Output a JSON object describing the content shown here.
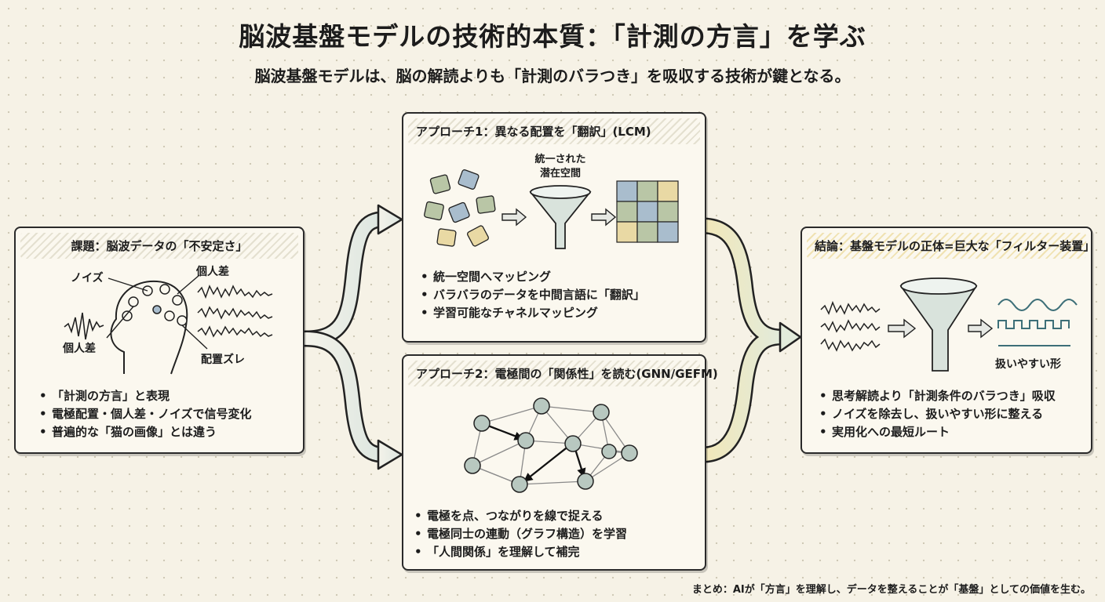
{
  "title": "脳波基盤モデルの技術的本質：「計測の方言」を学ぶ",
  "subtitle": "脳波基盤モデルは、脳の解読よりも「計測のバラつき」を吸収する技術が鍵となる。",
  "problem": {
    "heading": "課題：脳波データの「不安定さ」",
    "labels": {
      "noise": "ノイズ",
      "individual_top": "個人差",
      "individual_left": "個人差",
      "misalign": "配置ズレ"
    },
    "bullets": [
      "「計測の方言」と表現",
      "電極配置・個人差・ノイズで信号変化",
      "普遍的な「猫の画像」とは違う"
    ]
  },
  "approach1": {
    "heading": "アプローチ1：異なる配置を「翻訳」(LCM)",
    "funnel_label": [
      "統一された",
      "潜在空間"
    ],
    "bullets": [
      "統一空間へマッピング",
      "バラバラのデータを中間言語に「翻訳」",
      "学習可能なチャネルマッピング"
    ]
  },
  "approach2": {
    "heading": "アプローチ2：電極間の「関係性」を読む(GNN/GEFM)",
    "bullets": [
      "電極を点、つながりを線で捉える",
      "電極同士の連動（グラフ構造）を学習",
      "「人間関係」を理解して補完"
    ]
  },
  "conclusion": {
    "heading": "結論：基盤モデルの正体=巨大な「フィルター装置」",
    "output_label": "扱いやすい形",
    "bullets": [
      "思考解読より「計測条件のバラつき」吸収",
      "ノイズを除去し、扱いやすい形に整える",
      "実用化への最短ルート"
    ]
  },
  "footer": "まとめ：AIが「方言」を理解し、データを整えることが「基盤」としての価値を生む。",
  "colors": {
    "puzzle_green": "#b9c6a6",
    "puzzle_yellow": "#e9d9a4",
    "puzzle_blue": "#a9bdcd",
    "funnel": "#d9e3dc",
    "node": "#b8c8c0"
  }
}
